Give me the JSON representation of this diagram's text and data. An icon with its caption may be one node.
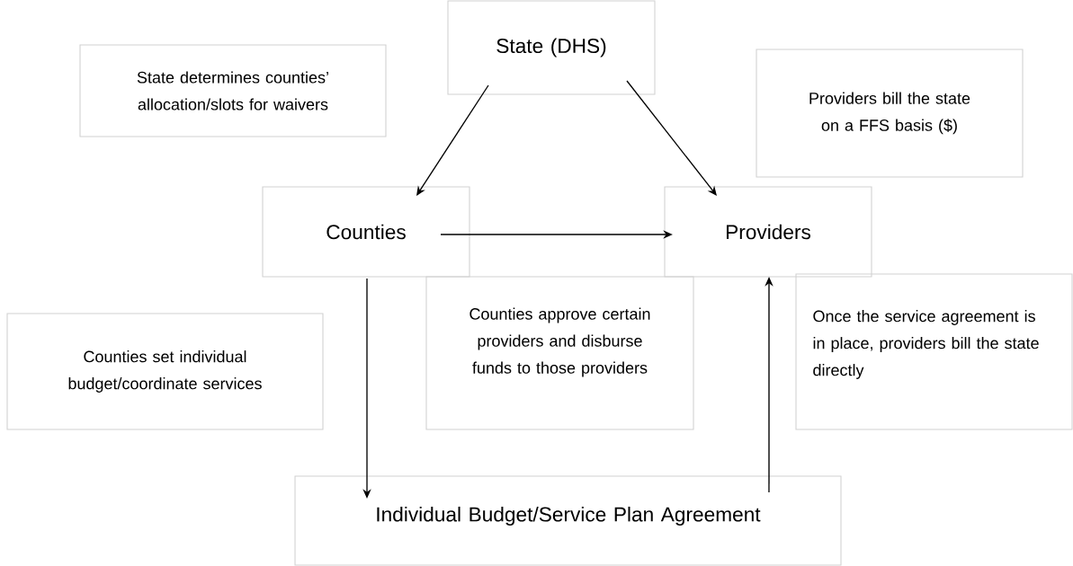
{
  "diagram": {
    "nodes": [
      {
        "text": [
          "State (DHS)"
        ]
      },
      {
        "text": [
          "State determines counties’ allocation/slots for waivers"
        ]
      },
      {
        "text": [
          "Providers bill the state on a FFS basis ($)"
        ]
      },
      {
        "text": [
          "Counties"
        ]
      },
      {
        "text": [
          "Providers"
        ]
      },
      {
        "text": [
          "Counties approve certain providers and disburse funds to those providers"
        ]
      },
      {
        "text": [
          "Once the service agreement is in place, providers bill the state directly"
        ]
      },
      {
        "text": [
          "Counties set individual budget/coordinate services"
        ]
      },
      {
        "text": [
          "Individual Budget/Service Plan Agreement"
        ]
      }
    ],
    "edges": [
      {
        "from": 0,
        "to": 3,
        "arrow": "to"
      },
      {
        "from": 0,
        "to": 4,
        "arrow": "to"
      },
      {
        "from": 3,
        "to": 4,
        "arrow": "to"
      },
      {
        "from": 3,
        "to": 8,
        "arrow": "to"
      },
      {
        "from": 8,
        "to": 4,
        "arrow": "to"
      }
    ]
  }
}
